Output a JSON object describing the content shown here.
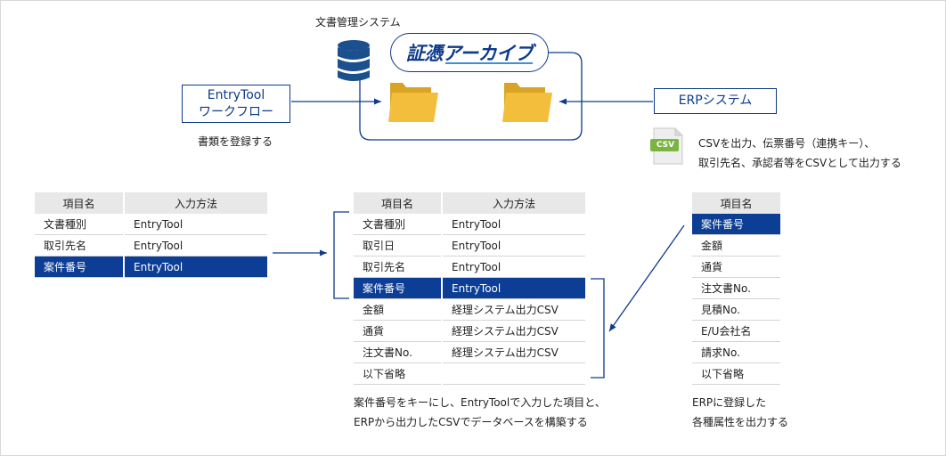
{
  "colors": {
    "navy": "#0d3a8a",
    "highlight": "#0c3e96",
    "header_gray": "#e8e8e8",
    "folder": "#f2be3c",
    "csv_green": "#7bb441"
  },
  "system": {
    "label": "文書管理システム",
    "logo": "証憑アーカイブ",
    "database_icon": "database-icon",
    "folder_icon": "folder-icon"
  },
  "entrytool": {
    "line1": "EntryTool",
    "line2": "ワークフロー",
    "caption": "書類を登録する"
  },
  "erp": {
    "label": "ERPシステム",
    "csv_badge": "CSV",
    "note_line1": "CSVを出力、伝票番号（連携キー）、",
    "note_line2": "取引先名、承認者等をCSVとして出力する"
  },
  "left_table": {
    "headers": [
      "項目名",
      "入力方法"
    ],
    "rows": [
      {
        "name": "文書種別",
        "method": "EntryTool"
      },
      {
        "name": "取引先名",
        "method": "EntryTool"
      },
      {
        "name": "案件番号",
        "method": "EntryTool"
      }
    ],
    "highlight_row": 2
  },
  "middle_table": {
    "headers": [
      "項目名",
      "入力方法"
    ],
    "rows": [
      {
        "name": "文書種別",
        "method": "EntryTool"
      },
      {
        "name": "取引日",
        "method": "EntryTool"
      },
      {
        "name": "取引先名",
        "method": "EntryTool"
      },
      {
        "name": "案件番号",
        "method": "EntryTool"
      },
      {
        "name": "金額",
        "method": "経理システム出力CSV"
      },
      {
        "name": "通貨",
        "method": "経理システム出力CSV"
      },
      {
        "name": "注文書No.",
        "method": "経理システム出力CSV"
      },
      {
        "name": "以下省略",
        "method": ""
      }
    ],
    "highlight_row": 3,
    "caption_line1": "案件番号をキーにし、EntryToolで入力した項目と、",
    "caption_line2": "ERPから出力したCSVでデータベースを構築する"
  },
  "right_table": {
    "header": "項目名",
    "rows": [
      "案件番号",
      "金額",
      "通貨",
      "注文書No.",
      "見積No.",
      "E/U会社名",
      "請求No.",
      "以下省略"
    ],
    "highlight_row": 0,
    "caption_line1": "ERPに登録した",
    "caption_line2": "各種属性を出力する"
  }
}
